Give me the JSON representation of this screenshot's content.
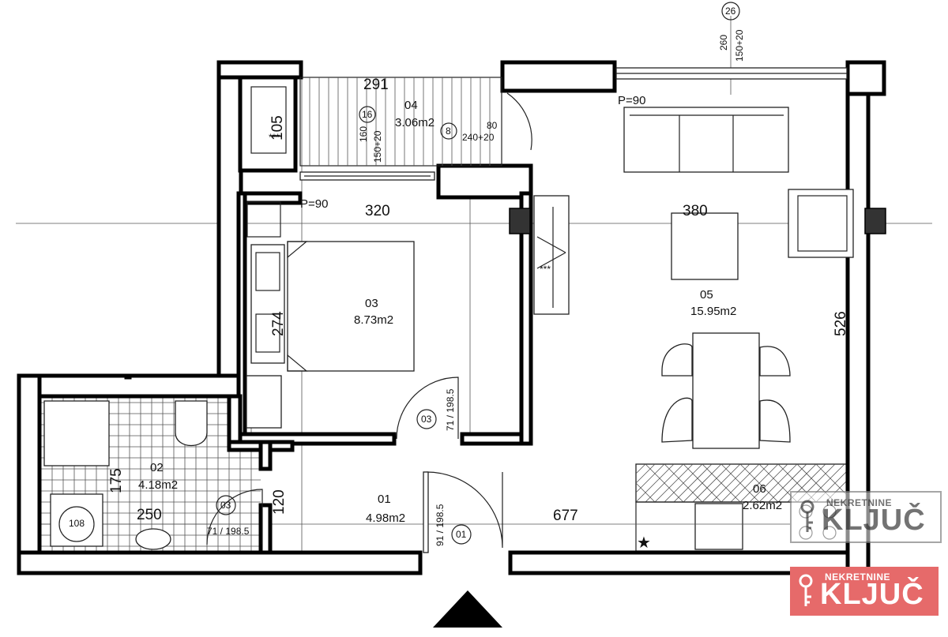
{
  "rooms": {
    "r01": {
      "num": "01",
      "area": "4.98m2"
    },
    "r02": {
      "num": "02",
      "area": "4.18m2"
    },
    "r03": {
      "num": "03",
      "area": "8.73m2"
    },
    "r04": {
      "num": "04",
      "area": "3.06m2"
    },
    "r05": {
      "num": "05",
      "area": "15.95m2"
    },
    "r06": {
      "num": "06",
      "area": "2.62m2"
    }
  },
  "dimensions": {
    "d291": "291",
    "d105": "105",
    "d320": "320",
    "d380": "380",
    "d274": "274",
    "d526": "526",
    "d175": "175",
    "d250": "250",
    "d120": "120",
    "d677": "677",
    "d80": "80"
  },
  "openings": {
    "door_03_size": "71 / 198.5",
    "door_01_size": "91 / 198.5",
    "door_02_size": "71 / 198.5",
    "door_03_tag": "03",
    "door_01_tag": "01",
    "door_02_tag": "03",
    "window_stair_tag": "16",
    "window_stair_dims_a": "160",
    "window_stair_dims_b": "150+20",
    "window_hall_tag": "8",
    "window_hall_dims": "240+20",
    "window_living_tag": "26",
    "window_living_dims_a": "260",
    "window_living_dims_b": "150+20",
    "parapet_a": "P=90",
    "parapet_b": "P=90"
  },
  "symbols": {
    "boiler_label": "108",
    "panel_marks": "***"
  },
  "watermarks": {
    "brand_top": "NEKRETNINE",
    "brand_main": "KLJUČ",
    "brand_letter": "k"
  },
  "colors": {
    "walls": "#000000",
    "logo_red": "#e66a6a"
  }
}
